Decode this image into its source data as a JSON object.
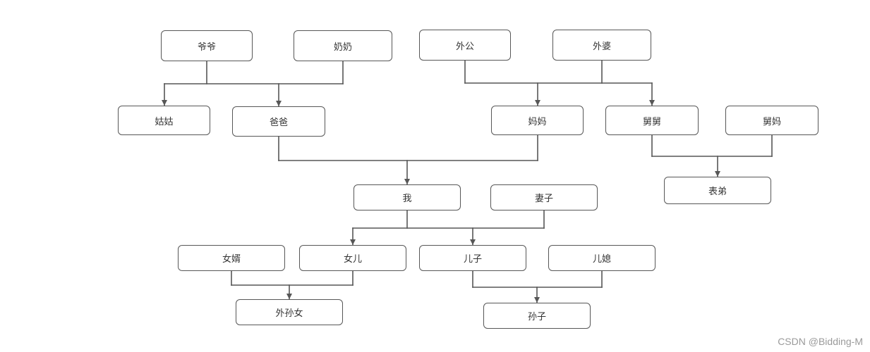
{
  "nodes": [
    {
      "label": "爷爷"
    },
    {
      "label": "奶奶"
    },
    {
      "label": "外公"
    },
    {
      "label": "外婆"
    },
    {
      "label": "姑姑"
    },
    {
      "label": "爸爸"
    },
    {
      "label": "妈妈"
    },
    {
      "label": "舅舅"
    },
    {
      "label": "舅妈"
    },
    {
      "label": "我"
    },
    {
      "label": "妻子"
    },
    {
      "label": "表弟"
    },
    {
      "label": "女婿"
    },
    {
      "label": "女儿"
    },
    {
      "label": "儿子"
    },
    {
      "label": "儿媳"
    },
    {
      "label": "外孙女"
    },
    {
      "label": "孙子"
    }
  ],
  "families": [
    {
      "parents": [
        0,
        1
      ],
      "children": [
        4,
        5
      ]
    },
    {
      "parents": [
        2,
        3
      ],
      "children": [
        6,
        7
      ]
    },
    {
      "parents": [
        5,
        6
      ],
      "children": [
        9
      ]
    },
    {
      "parents": [
        7,
        8
      ],
      "children": [
        11
      ]
    },
    {
      "parents": [
        9,
        10
      ],
      "children": [
        13,
        14
      ]
    },
    {
      "parents": [
        12,
        13
      ],
      "children": [
        16
      ]
    },
    {
      "parents": [
        14,
        15
      ],
      "children": [
        17
      ]
    }
  ],
  "colors": {
    "line": "#575757",
    "text": "#333333",
    "watermark": "#9a9a9a"
  },
  "watermark": "CSDN @Bidding-M"
}
